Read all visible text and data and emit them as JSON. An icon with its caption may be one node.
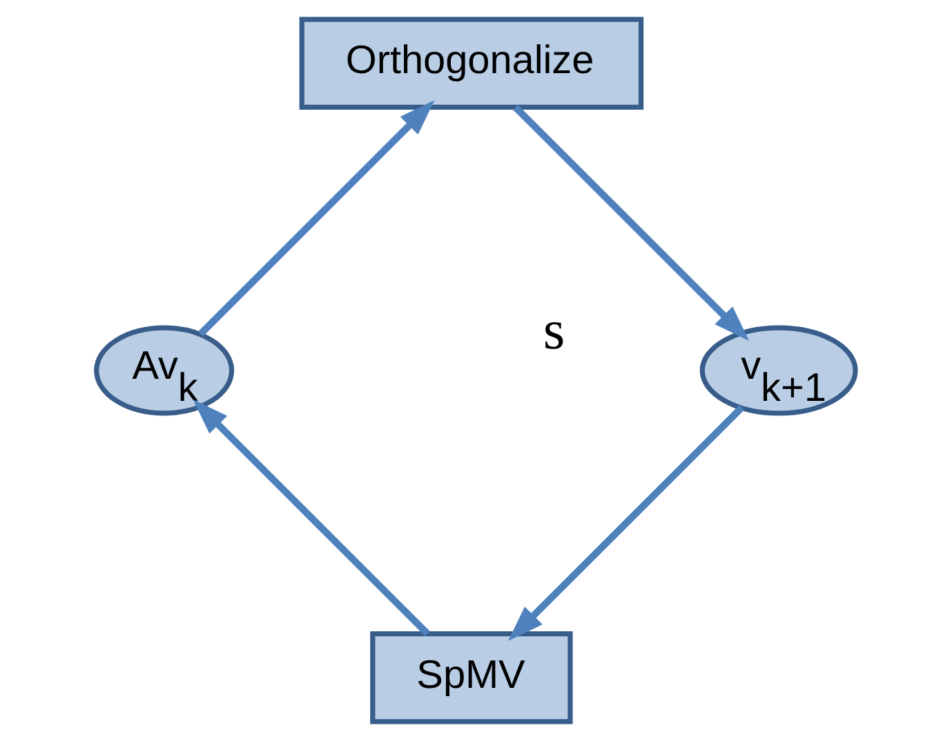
{
  "diagram": {
    "nodes": [
      {
        "text": [
          "SpMV"
        ]
      },
      {
        "text": [
          "Av$_{k}$"
        ]
      },
      {
        "text": [
          "Orthogonalize"
        ]
      },
      {
        "text": [
          "v$_{k+1}$"
        ]
      }
    ],
    "edges": [
      {
        "from": 3,
        "to": 0,
        "arrow": "to"
      },
      {
        "from": 0,
        "to": 1,
        "arrow": "to"
      },
      {
        "from": 1,
        "to": 2,
        "arrow": "to"
      },
      {
        "from": 2,
        "to": 3,
        "arrow": "to"
      }
    ],
    "labels": [
      "s"
    ]
  }
}
